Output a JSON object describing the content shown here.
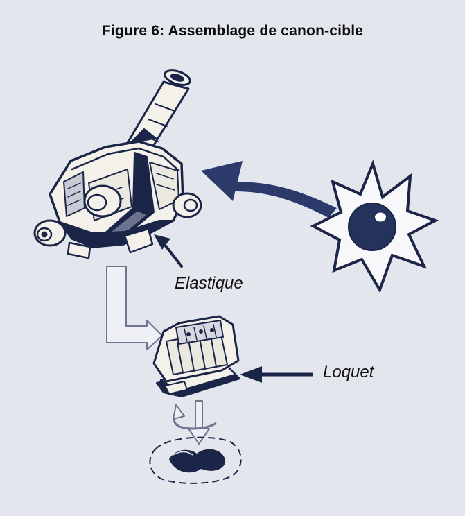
{
  "figure": {
    "title": "Figure 6: Assemblage de canon-cible"
  },
  "labels": {
    "elastique": "Elastique",
    "loquet": "Loquet"
  },
  "colors": {
    "background": "#e4e6ee",
    "ink": "#1a2548",
    "part_fill": "#f4f1ea",
    "arrow_fill": "#2b3a6b"
  },
  "icons": {
    "cannon": "cannon-turret-icon",
    "target": "starburst-target-icon",
    "latch": "latch-block-icon",
    "base": "base-disc-icon"
  }
}
